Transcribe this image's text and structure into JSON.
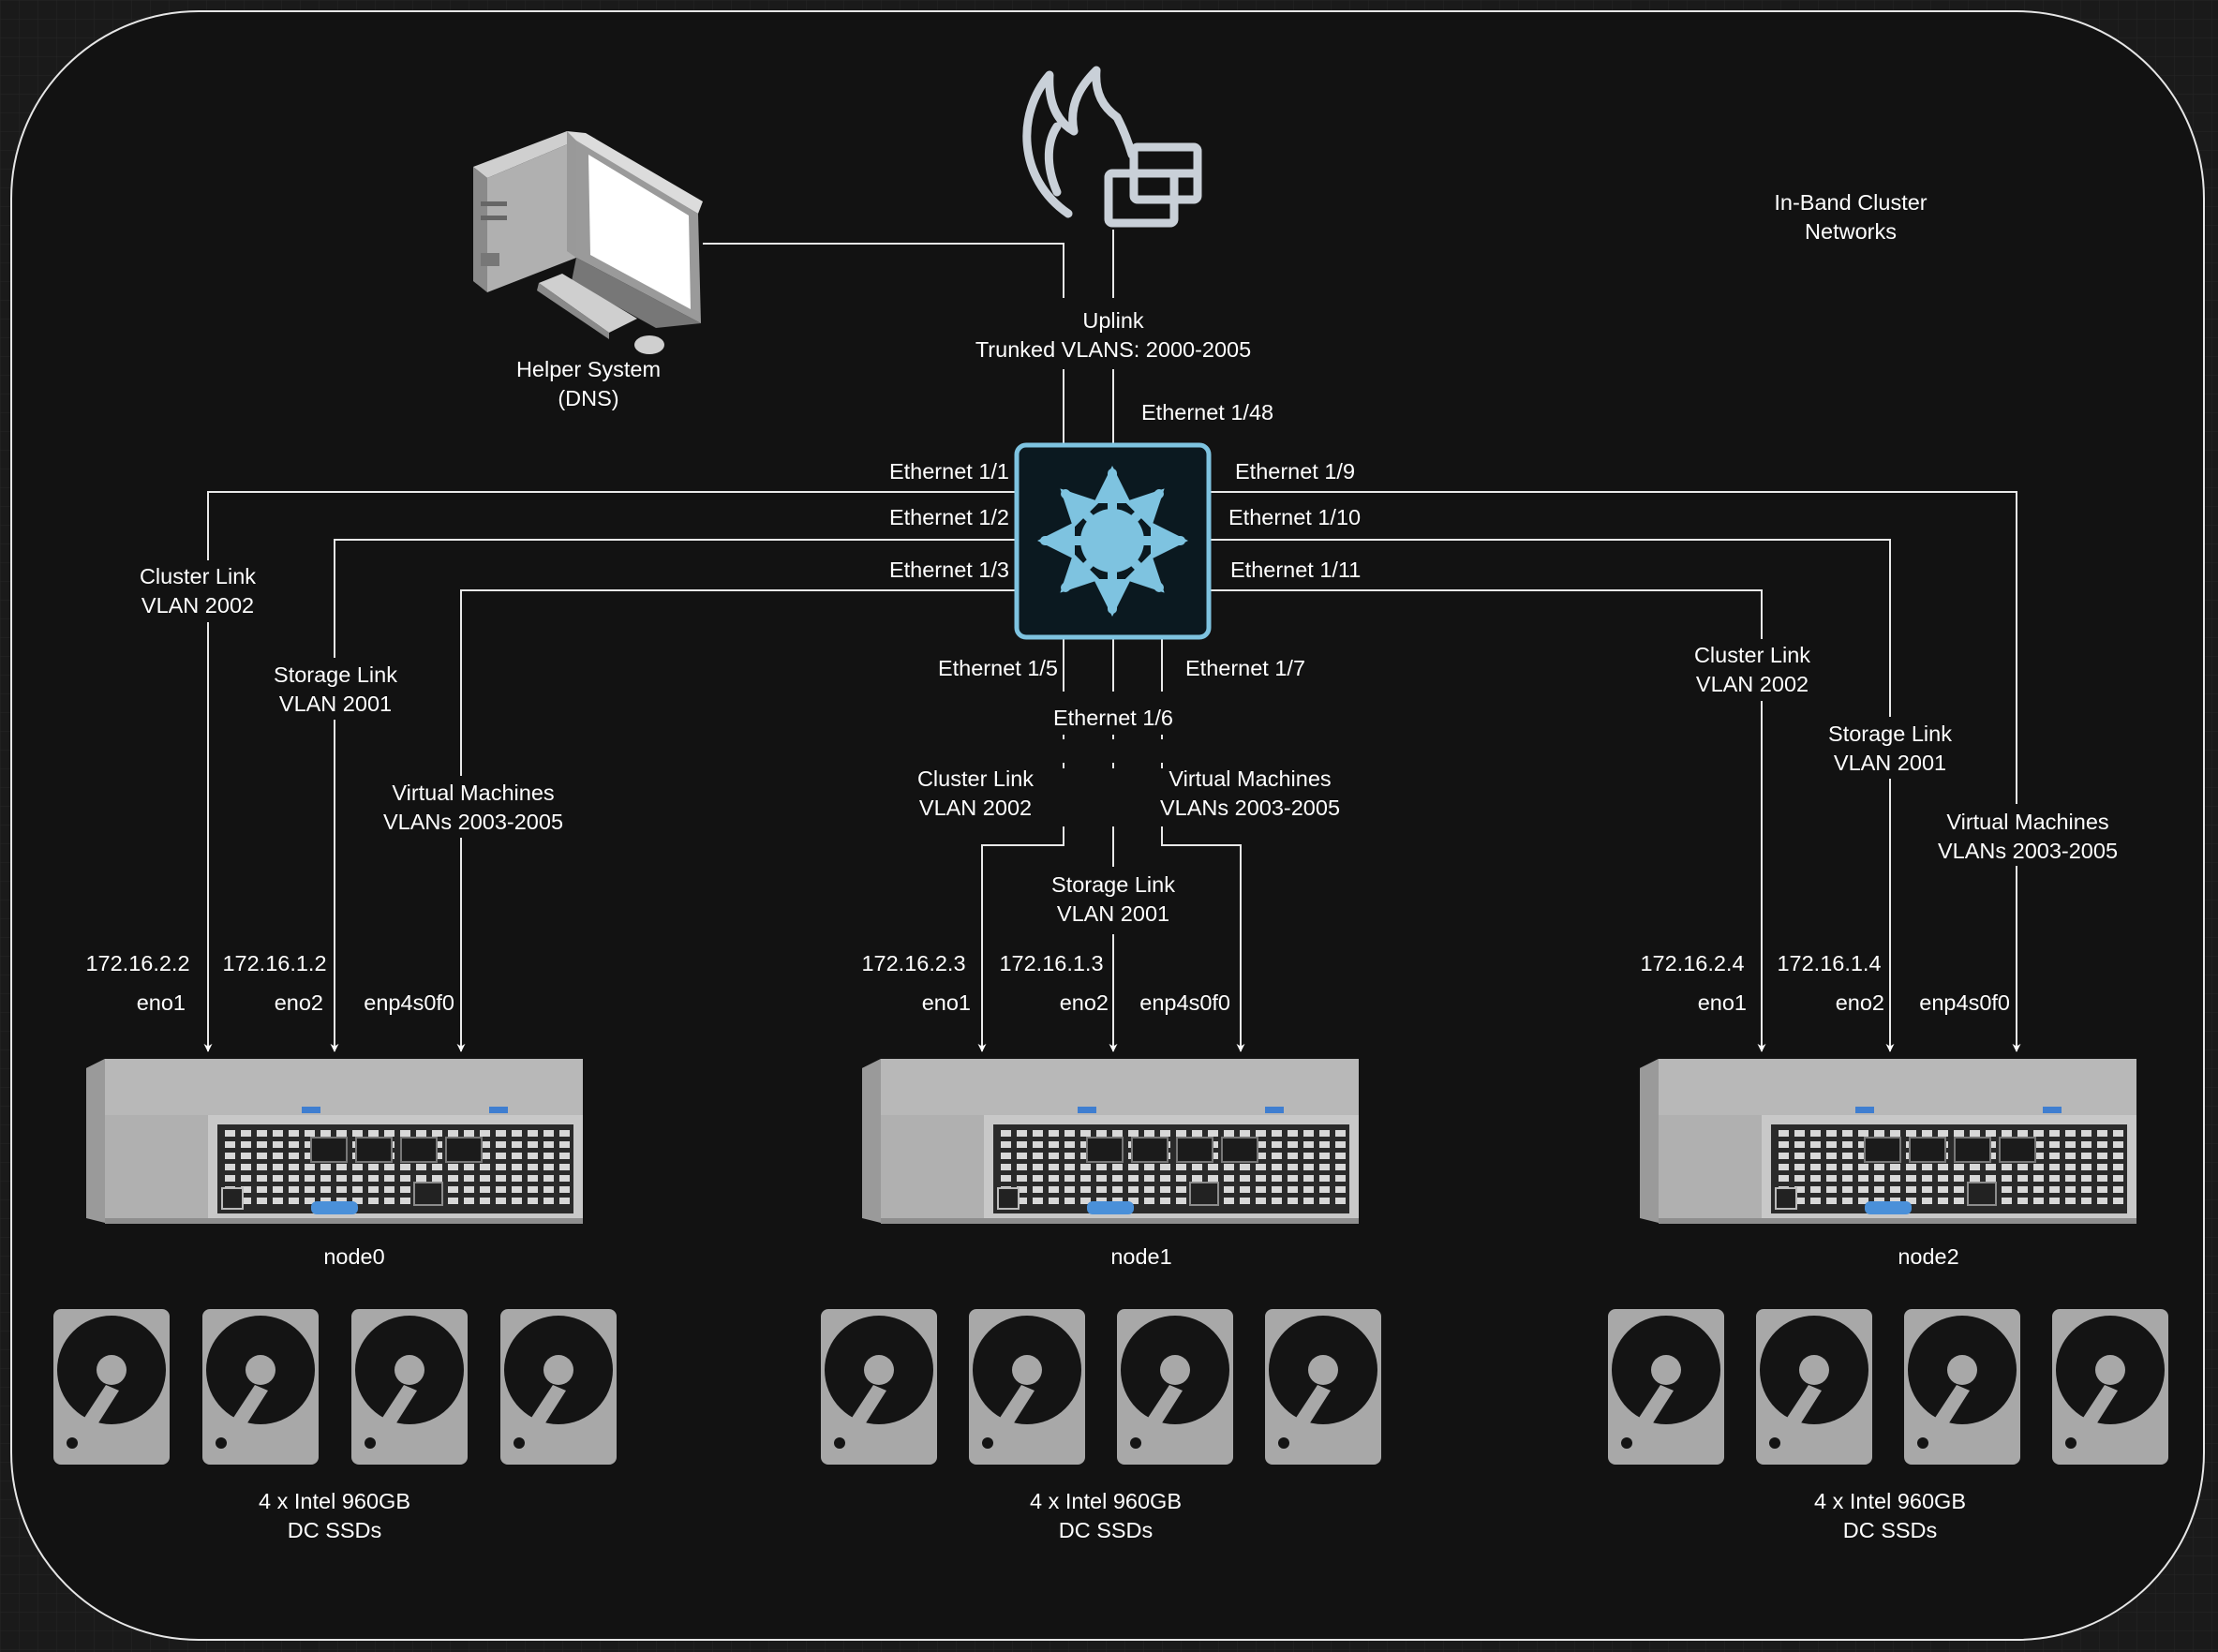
{
  "title": "In-Band Cluster\nNetworks",
  "helper": {
    "label": "Helper System\n(DNS)"
  },
  "uplink": {
    "label": "Uplink\nTrunked VLANS: 2000-2005",
    "port": "Ethernet 1/48"
  },
  "switch_ports": {
    "p1": "Ethernet 1/1",
    "p2": "Ethernet 1/2",
    "p3": "Ethernet 1/3",
    "p5": "Ethernet 1/5",
    "p6": "Ethernet 1/6",
    "p7": "Ethernet 1/7",
    "p9": "Ethernet 1/9",
    "p10": "Ethernet 1/10",
    "p11": "Ethernet 1/11"
  },
  "links": {
    "cluster": "Cluster Link\nVLAN 2002",
    "storage": "Storage Link\nVLAN 2001",
    "vm": "Virtual Machines\nVLANs 2003-2005"
  },
  "nodes": [
    {
      "name": "node0",
      "ip_cluster": "172.16.2.2",
      "ip_storage": "172.16.1.2",
      "if1": "eno1",
      "if2": "eno2",
      "if3": "enp4s0f0",
      "storage": "4 x Intel 960GB\nDC SSDs"
    },
    {
      "name": "node1",
      "ip_cluster": "172.16.2.3",
      "ip_storage": "172.16.1.3",
      "if1": "eno1",
      "if2": "eno2",
      "if3": "enp4s0f0",
      "storage": "4 x Intel 960GB\nDC SSDs"
    },
    {
      "name": "node2",
      "ip_cluster": "172.16.2.4",
      "ip_storage": "172.16.1.4",
      "if1": "eno1",
      "if2": "eno2",
      "if3": "enp4s0f0",
      "storage": "4 x Intel 960GB\nDC SSDs"
    }
  ],
  "colors": {
    "background": "#1a1a1a",
    "panel": "#121212",
    "line": "#ffffff",
    "switch": "#7ec3e0",
    "firewall": "#c9d0d8",
    "disk": "#a8a8a8"
  }
}
